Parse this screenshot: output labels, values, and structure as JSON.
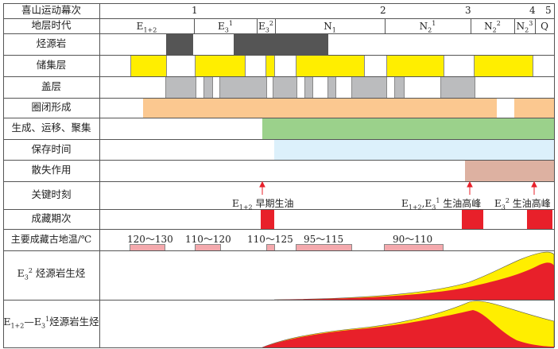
{
  "labels": {
    "movement": "喜山运动幕次",
    "strata": "地层时代",
    "source": "烃源岩",
    "reservoir": "储集层",
    "seal": "盖层",
    "trap": "圈闭形成",
    "generation": "生成、运移、聚集",
    "preservation": "保存时间",
    "dissipation": "散失作用",
    "key": "关键时刻",
    "accumulation": "成藏期次",
    "temperature": "主要成藏古地温/℃",
    "curve1": "烃源岩生烃",
    "curve1_sym": "E",
    "curve1_sub": "3",
    "curve1_sup": "2",
    "curve2": "烃源岩生烃",
    "curve2_sym": "E",
    "curve2_sub": "1+2",
    "curve2_mid": "—E",
    "curve2_sub2": "3",
    "curve2_sup2": "1"
  },
  "movements": [
    "1",
    "2",
    "3",
    "4",
    "5"
  ],
  "strata": [
    {
      "s": "E",
      "sub": "1+2",
      "sup": ""
    },
    {
      "s": "E",
      "sub": "3",
      "sup": "1"
    },
    {
      "s": "E",
      "sub": "3",
      "sup": "2"
    },
    {
      "s": "N",
      "sub": "1",
      "sup": ""
    },
    {
      "s": "N",
      "sub": "2",
      "sup": "1"
    },
    {
      "s": "N",
      "sub": "2",
      "sup": "2"
    },
    {
      "s": "N",
      "sub": "2",
      "sup": "3"
    },
    {
      "s": "Q",
      "sub": "",
      "sup": ""
    }
  ],
  "key_events": {
    "e1_sym": "E",
    "e1_sub": "1+2",
    "e1_text": "早期生油",
    "e2_sym": "E",
    "e2_sub": "1+2",
    "e2_mid": ",E",
    "e2_sub2": "3",
    "e2_sup2": "1",
    "e2_text": "生油高峰",
    "e3_sym": "E",
    "e3_sub": "3",
    "e3_sup": "2",
    "e3_text": "生油高峰"
  },
  "temperatures": [
    "120～130",
    "110～120",
    "110～125",
    "95～115",
    "90～110"
  ],
  "colors": {
    "source": "#555555",
    "reservoir": "#ffee00",
    "seal": "#bbbcbe",
    "trap": "#fbc890",
    "generation": "#9bd18b",
    "preservation": "#dcf0fb",
    "dissipation": "#ddb1a1",
    "accumulation": "#e8202a",
    "temperature": "#f4a9ad"
  }
}
